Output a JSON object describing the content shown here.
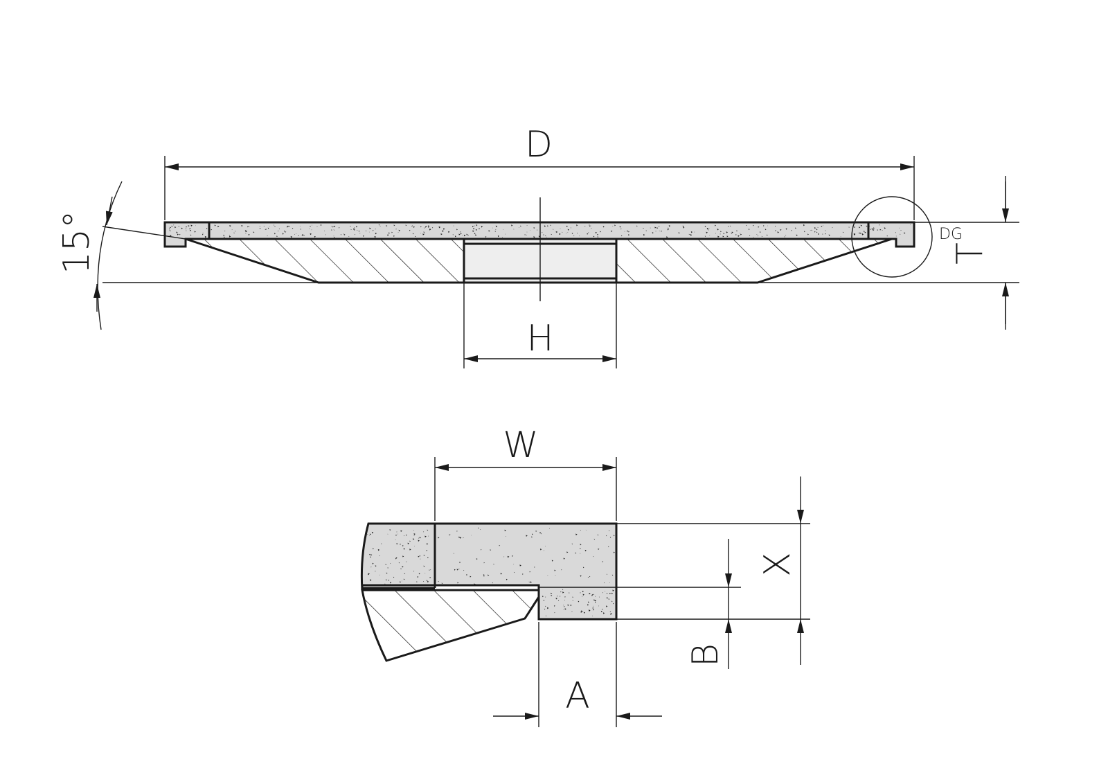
{
  "drawing": {
    "dimensions": {
      "D": "D",
      "H": "H",
      "T": "T",
      "angle": "15°",
      "detail": "DG",
      "W": "W",
      "X": "X",
      "B": "B",
      "A": "A"
    },
    "colors": {
      "line": "#1a1a1a",
      "abrasive_fill": "#d9d9d9",
      "bore_fill": "#eeeeee",
      "background": "#ffffff"
    }
  }
}
